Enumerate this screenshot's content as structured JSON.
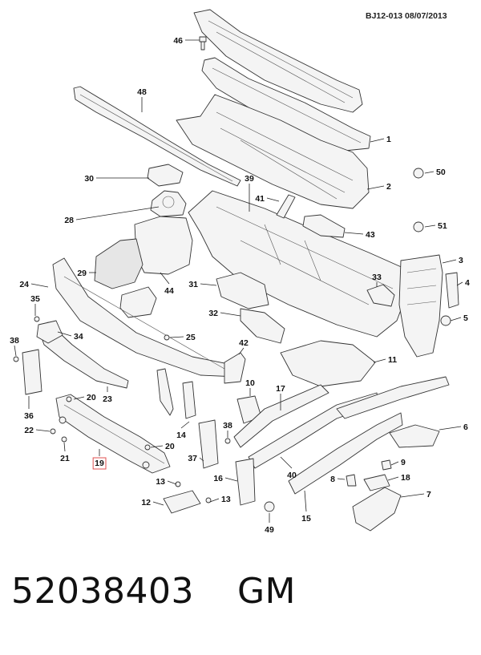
{
  "diagram": {
    "reference_code": "BJ12-013  08/07/2013",
    "part_number": "52038403",
    "brand": "GM",
    "highlighted_callout": "19",
    "highlight_color": "#e05050",
    "callouts": [
      "1",
      "2",
      "3",
      "4",
      "5",
      "6",
      "7",
      "8",
      "9",
      "11",
      "12",
      "13",
      "13",
      "14",
      "15",
      "16",
      "17",
      "18",
      "19",
      "20",
      "20",
      "21",
      "22",
      "23",
      "24",
      "25",
      "28",
      "29",
      "30",
      "31",
      "32",
      "33",
      "34",
      "35",
      "36",
      "37",
      "38",
      "38",
      "39",
      "40",
      "41",
      "42",
      "43",
      "44",
      "46",
      "48",
      "49",
      "50",
      "51",
      "10"
    ]
  }
}
